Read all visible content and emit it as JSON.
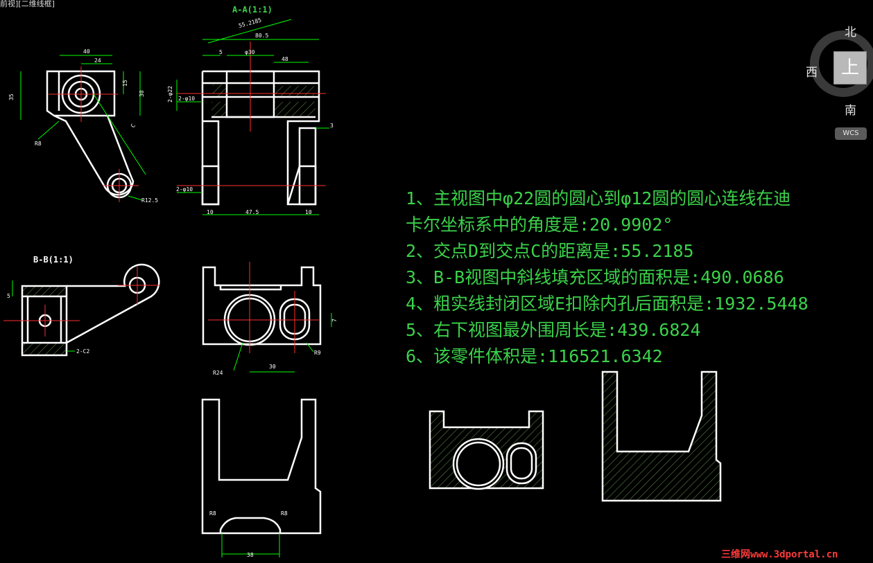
{
  "viewport_label": "前视][二维线框]",
  "view_titles": {
    "section_aa": "A-A(1:1)",
    "section_bb": "B-B(1:1)"
  },
  "dimensions": {
    "front": {
      "w40": "40",
      "w24": "24",
      "h35": "35",
      "h15": "15",
      "h30": "30",
      "c_label": "C",
      "r8": "R8",
      "r12_5": "R12.5"
    },
    "aa": {
      "d55": "55.2185",
      "w80_5": "80.5",
      "w5": "5",
      "phi30": "φ30",
      "w48": "48",
      "phi22": "2-φ22",
      "phi10a": "2-φ10",
      "phi10b": "2-φ10",
      "d3": "3",
      "w10a": "10",
      "w47_5": "47.5",
      "w10b": "10"
    },
    "bb": {
      "d5": "5",
      "c2": "2-C2"
    },
    "top": {
      "r24": "R24",
      "d30": "30",
      "r9": "R9",
      "d7": "7"
    },
    "bottom": {
      "r8a": "R8",
      "r8b": "R8",
      "d38": "38"
    }
  },
  "notes": [
    "1、主视图中φ22圆的圆心到φ12圆的圆心连线在迪",
    "卡尔坐标系中的角度是:20.9902°",
    "2、交点D到交点C的距离是:55.2185",
    "3、B-B视图中斜线填充区域的面积是:490.0686",
    "4、粗实线封闭区域E扣除内孔后面积是:1932.5448",
    "5、右下视图最外围周长是:439.6824",
    "6、该零件体积是:116521.6342"
  ],
  "viewcube": {
    "north": "北",
    "south": "南",
    "west": "西",
    "face": "上",
    "wcs": "WCS"
  },
  "watermark": "三维网www.3dportal.cn",
  "colors": {
    "background": "#000000",
    "outline": "#ffffff",
    "dimension": "#00ff00",
    "centerline": "#ff0000",
    "note_text": "#3bd24a"
  }
}
